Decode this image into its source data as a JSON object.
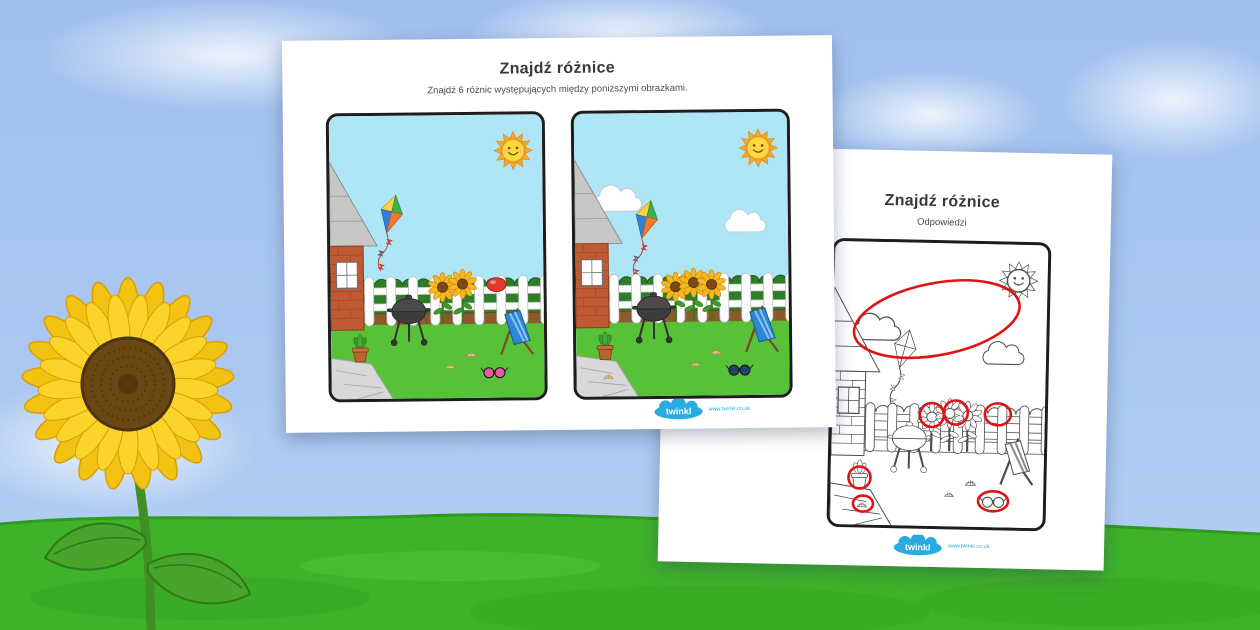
{
  "worksheet_front": {
    "title": "Znajdź różnice",
    "instructions": "Znajdź 6 różnic występujących między poniższymi obrazkami."
  },
  "worksheet_answers": {
    "title": "Znajdź różnice",
    "subtitle": "Odpowiedzi"
  },
  "brand": {
    "name": "twinkl",
    "url": "www.twinkl.co.uk",
    "color": "#29abe2"
  },
  "colors": {
    "background_sky": "#a7c5f0",
    "grass_green": "#3fb22a",
    "scene_sky": "#aee6f8",
    "answer_mark_red": "#e01212",
    "panel_border": "#1d1d1d"
  }
}
